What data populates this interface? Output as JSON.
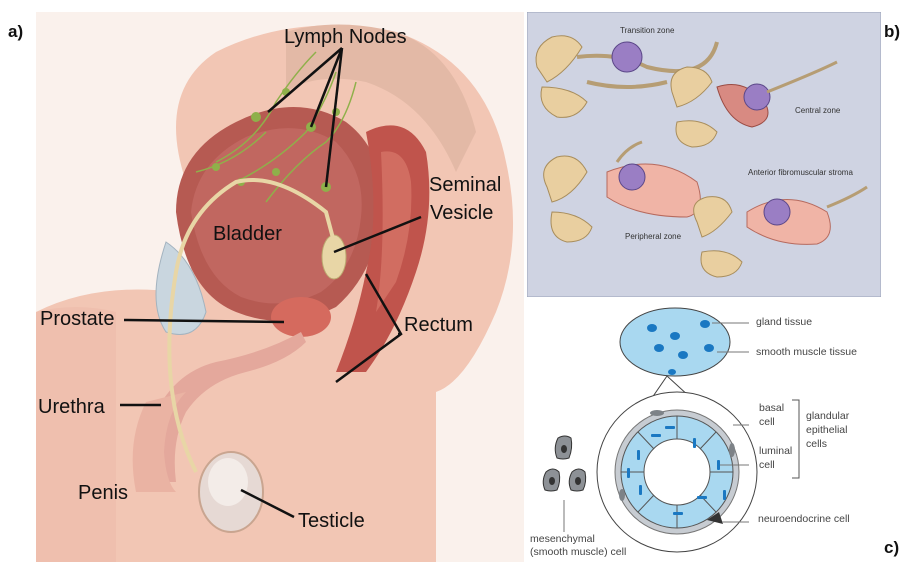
{
  "panels": {
    "a": {
      "letter": "a)"
    },
    "b": {
      "letter": "b)"
    },
    "c": {
      "letter": "c)"
    }
  },
  "anatomy_labels": {
    "lymph_nodes": "Lymph Nodes",
    "seminal_vesicle_line1": "Seminal",
    "seminal_vesicle_line2": "Vesicle",
    "bladder": "Bladder",
    "prostate": "Prostate",
    "rectum": "Rectum",
    "urethra": "Urethra",
    "penis": "Penis",
    "testicle": "Testicle"
  },
  "zone_labels": {
    "transition": "Transition zone",
    "central": "Central zone",
    "peripheral": "Peripheral zone",
    "stroma": "Anterior fibromuscular stroma"
  },
  "tissue_labels": {
    "gland_tissue": "gland tissue",
    "smooth_muscle": "smooth muscle tissue",
    "basal_l1": "basal",
    "basal_l2": "cell",
    "luminal_l1": "luminal",
    "luminal_l2": "cell",
    "glandular_l1": "glandular",
    "glandular_l2": "epithelial",
    "glandular_l3": "cells",
    "neuroendocrine": "neuroendocrine cell",
    "mesenchymal_l1": "mesenchymal",
    "mesenchymal_l2": "(smooth muscle) cell"
  },
  "colors": {
    "skin": "#f2c6b4",
    "bladder": "#b65a52",
    "rectum": "#c0544c",
    "lymph": "#8fb04a",
    "zone_panel_bg": "#cfd3e2",
    "gland_blue": "#a9d8f0",
    "dot_blue": "#1a78c2"
  }
}
